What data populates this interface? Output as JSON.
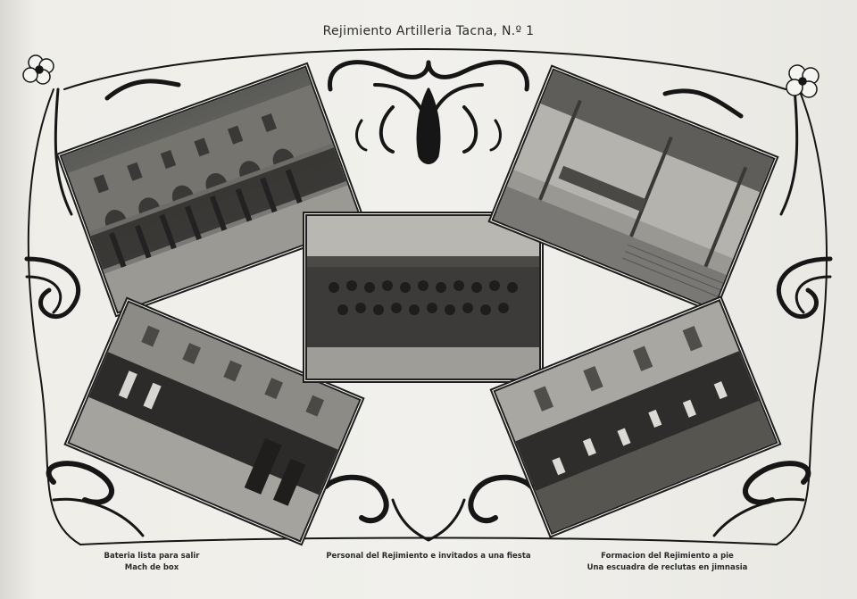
{
  "page": {
    "title": "Rejimiento Artilleria Tacna, N.º 1"
  },
  "photos": [
    {
      "id": "cavalry-courtyard",
      "icon": "photo-regiment-courtyard-horses"
    },
    {
      "id": "gym-fencing",
      "icon": "photo-boxing-match"
    },
    {
      "id": "staff-group",
      "icon": "photo-group-portrait"
    },
    {
      "id": "parade-shed",
      "icon": "photo-formation-under-roof"
    },
    {
      "id": "gym-recruits",
      "icon": "photo-recruits-gymnastics"
    }
  ],
  "captions": {
    "left": {
      "line1": "Bateria lista para salir",
      "line2": "Mach de box"
    },
    "center": {
      "line1": "Personal del Rejimiento e invitados a una fiesta"
    },
    "right": {
      "line1": "Formacion del Rejimiento a pie",
      "line2": "Una escuadra de reclutas en jimnasia"
    }
  }
}
